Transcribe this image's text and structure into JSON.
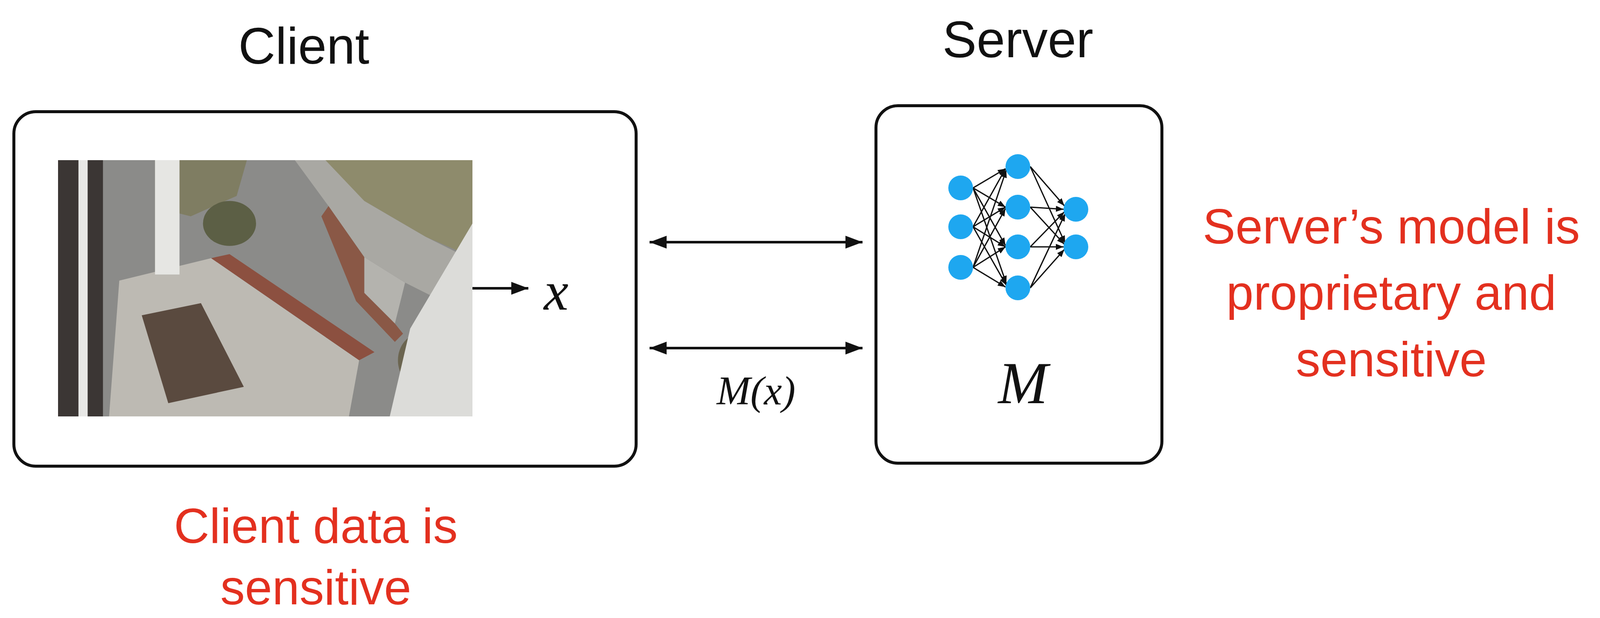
{
  "diagram": {
    "nodes": [
      {
        "text": [
          "Client"
        ]
      },
      {
        "text": [
          "Server",
          "M"
        ]
      }
    ],
    "edges": [
      {
        "from": 0,
        "to": 1,
        "arrow": "both"
      },
      {
        "from": 0,
        "to": 1,
        "label": "M(x)",
        "arrow": "both"
      }
    ],
    "labels": [
      "x",
      "Server’s model is proprietary and sensitive",
      "Client data is sensitive"
    ]
  }
}
